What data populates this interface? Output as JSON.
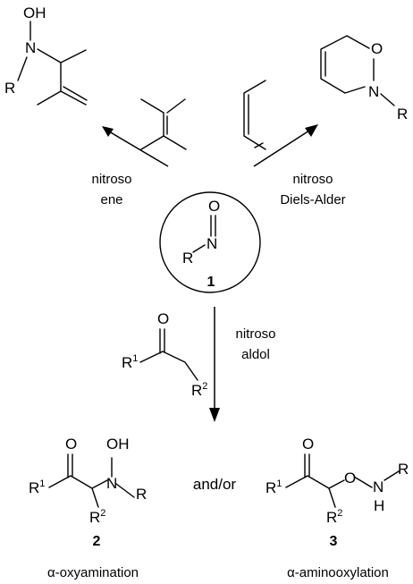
{
  "reagents": {
    "center_number": "1",
    "R": "R",
    "N": "N",
    "O": "O"
  },
  "reactions": {
    "ene": {
      "line1": "nitroso",
      "line2": "ene"
    },
    "diels_alder": {
      "line1": "nitroso",
      "line2": "Diels-Alder"
    },
    "aldol": {
      "line1": "nitroso",
      "line2": "aldol"
    }
  },
  "ene_product": {
    "OH": "OH",
    "N": "N",
    "R": "R"
  },
  "da_product": {
    "O": "O",
    "N": "N",
    "R": "R"
  },
  "ketone": {
    "O": "O",
    "R1": "R",
    "R1_sup": "1",
    "R2": "R",
    "R2_sup": "2"
  },
  "product_2": {
    "number": "2",
    "O": "O",
    "OH": "OH",
    "N": "N",
    "R": "R",
    "R1": "R",
    "R1_sup": "1",
    "R2": "R",
    "R2_sup": "2",
    "label": "α-oxyamination"
  },
  "product_3": {
    "number": "3",
    "O_keto": "O",
    "O_ether": "O",
    "N": "N",
    "H": "H",
    "R": "R",
    "R1": "R",
    "R1_sup": "1",
    "R2": "R",
    "R2_sup": "2",
    "label": "α-aminooxylation"
  },
  "connector": "and/or"
}
